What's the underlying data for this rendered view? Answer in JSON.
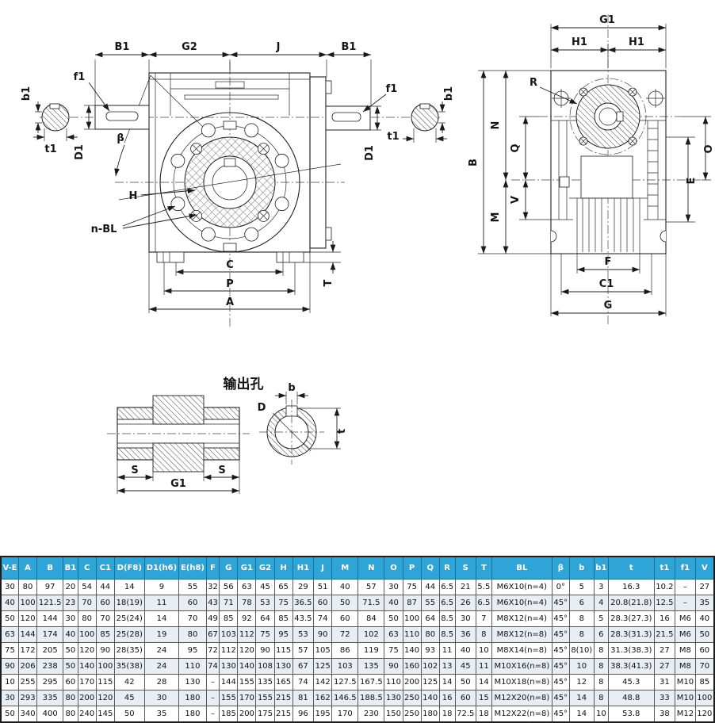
{
  "front_view": {
    "labels": {
      "B1_left": "B1",
      "G2": "G2",
      "J": "J",
      "B1_right": "B1",
      "f1_left": "f1",
      "f1_right": "f1",
      "b1_left": "b1",
      "b1_right": "b1",
      "t1_left": "t1",
      "t1_right": "t1",
      "D1_left": "D1",
      "D1_right": "D1",
      "beta": "β",
      "H": "H",
      "nBL": "n-BL",
      "C": "C",
      "P": "P",
      "A": "A",
      "T": "T"
    }
  },
  "side_view": {
    "labels": {
      "G1": "G1",
      "H1_left": "H1",
      "H1_right": "H1",
      "R": "R",
      "B": "B",
      "N": "N",
      "M": "M",
      "Q": "Q",
      "V": "V",
      "O": "O",
      "E": "E",
      "F": "F",
      "C1": "C1",
      "G": "G"
    }
  },
  "output_hole": {
    "title": "输出孔",
    "labels": {
      "S_left": "S",
      "S_right": "S",
      "G1": "G1",
      "b": "b",
      "D": "D",
      "t": "t"
    }
  },
  "table": {
    "columns": [
      "V-E",
      "A",
      "B",
      "B1",
      "C",
      "C1",
      "D(F8)",
      "D1(h6)",
      "E(h8)",
      "F",
      "G",
      "G1",
      "G2",
      "H",
      "H1",
      "J",
      "M",
      "N",
      "O",
      "P",
      "Q",
      "R",
      "S",
      "T",
      "BL",
      "β",
      "b",
      "b1",
      "t",
      "t1",
      "f1",
      "V"
    ],
    "rows": [
      [
        "30",
        "80",
        "97",
        "20",
        "54",
        "44",
        "14",
        "9",
        "55",
        "32",
        "56",
        "63",
        "45",
        "65",
        "29",
        "51",
        "40",
        "57",
        "30",
        "75",
        "44",
        "6.5",
        "21",
        "5.5",
        "M6X10(n=4)",
        "0°",
        "5",
        "3",
        "16.3",
        "10.2",
        "–",
        "27"
      ],
      [
        "40",
        "100",
        "121.5",
        "23",
        "70",
        "60",
        "18(19)",
        "11",
        "60",
        "43",
        "71",
        "78",
        "53",
        "75",
        "36.5",
        "60",
        "50",
        "71.5",
        "40",
        "87",
        "55",
        "6.5",
        "26",
        "6.5",
        "M6X10(n=4)",
        "45°",
        "6",
        "4",
        "20.8(21.8)",
        "12.5",
        "–",
        "35"
      ],
      [
        "50",
        "120",
        "144",
        "30",
        "80",
        "70",
        "25(24)",
        "14",
        "70",
        "49",
        "85",
        "92",
        "64",
        "85",
        "43.5",
        "74",
        "60",
        "84",
        "50",
        "100",
        "64",
        "8.5",
        "30",
        "7",
        "M8X12(n=4)",
        "45°",
        "8",
        "5",
        "28.3(27.3)",
        "16",
        "M6",
        "40"
      ],
      [
        "63",
        "144",
        "174",
        "40",
        "100",
        "85",
        "25(28)",
        "19",
        "80",
        "67",
        "103",
        "112",
        "75",
        "95",
        "53",
        "90",
        "72",
        "102",
        "63",
        "110",
        "80",
        "8.5",
        "36",
        "8",
        "M8X12(n=8)",
        "45°",
        "8",
        "6",
        "28.3(31.3)",
        "21.5",
        "M6",
        "50"
      ],
      [
        "75",
        "172",
        "205",
        "50",
        "120",
        "90",
        "28(35)",
        "24",
        "95",
        "72",
        "112",
        "120",
        "90",
        "115",
        "57",
        "105",
        "86",
        "119",
        "75",
        "140",
        "93",
        "11",
        "40",
        "10",
        "M8X14(n=8)",
        "45°",
        "8(10)",
        "8",
        "31.3(38.3)",
        "27",
        "M8",
        "60"
      ],
      [
        "90",
        "206",
        "238",
        "50",
        "140",
        "100",
        "35(38)",
        "24",
        "110",
        "74",
        "130",
        "140",
        "108",
        "130",
        "67",
        "125",
        "103",
        "135",
        "90",
        "160",
        "102",
        "13",
        "45",
        "11",
        "M10X16(n=8)",
        "45°",
        "10",
        "8",
        "38.3(41.3)",
        "27",
        "M8",
        "70"
      ],
      [
        "10",
        "255",
        "295",
        "60",
        "170",
        "115",
        "42",
        "28",
        "130",
        "–",
        "144",
        "155",
        "135",
        "165",
        "74",
        "142",
        "127.5",
        "167.5",
        "110",
        "200",
        "125",
        "14",
        "50",
        "14",
        "M10X18(n=8)",
        "45°",
        "12",
        "8",
        "45.3",
        "31",
        "M10",
        "85"
      ],
      [
        "30",
        "293",
        "335",
        "80",
        "200",
        "120",
        "45",
        "30",
        "180",
        "–",
        "155",
        "170",
        "155",
        "215",
        "81",
        "162",
        "146.5",
        "188.5",
        "130",
        "250",
        "140",
        "16",
        "60",
        "15",
        "M12X20(n=8)",
        "45°",
        "14",
        "8",
        "48.8",
        "33",
        "M10",
        "100"
      ],
      [
        "50",
        "340",
        "400",
        "80",
        "240",
        "145",
        "50",
        "35",
        "180",
        "–",
        "185",
        "200",
        "175",
        "215",
        "96",
        "195",
        "170",
        "230",
        "150",
        "250",
        "180",
        "18",
        "72.5",
        "18",
        "M12X22(n=8)",
        "45°",
        "14",
        "10",
        "53.8",
        "38",
        "M12",
        "120"
      ]
    ]
  },
  "colors": {
    "header_bg": "#2ea4d7",
    "row_alt": "#e9eef4"
  }
}
